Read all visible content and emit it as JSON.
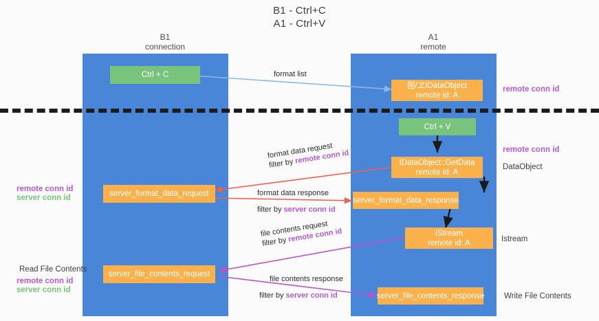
{
  "title": {
    "line1": "B1 - Ctrl+C",
    "line2": "A1 - Ctrl+V"
  },
  "columns": {
    "left": {
      "name": "B1",
      "role": "connection"
    },
    "right": {
      "name": "A1",
      "role": "remote"
    }
  },
  "colors": {
    "lane": "#4a86d8",
    "green_box": "#78c47c",
    "orange_box": "#fbb14b",
    "remote_conn_id": "#b45ad0",
    "server_conn_id": "#76c47b",
    "arrow_format_list": "#8ab9e8",
    "arrow_get_data": "#1a1a1a",
    "arrow_format_data": "#f0604d",
    "arrow_file_contents": "#c050c8",
    "divider": "#1c1c1c"
  },
  "boxes": {
    "ctrl_c": {
      "label": "Ctrl + C"
    },
    "ctrl_v": {
      "label": "Ctrl + V"
    },
    "data_object_remote": {
      "line1": "固/ヱIDataObject",
      "line2": "remote id: A"
    },
    "get_data": {
      "line1": "IDataObject::GetData",
      "line2": "remote id: A"
    },
    "istream": {
      "line1": "IStream",
      "line2": "remote id: A"
    },
    "server_format_data_request": {
      "label": "server_format_data_request"
    },
    "server_format_data_response": {
      "label": "server_format_data_response"
    },
    "server_file_contents_request": {
      "label": "server_file_contents_request"
    },
    "server_file_contents_response": {
      "label": "server_file_contents_response"
    }
  },
  "edges": {
    "format_list": {
      "caption": "format list"
    },
    "format_data_request": {
      "caption": "format data request",
      "filter_prefix": "filter by ",
      "filter_key": "remote conn id"
    },
    "format_data_response": {
      "caption": "format data response",
      "filter_prefix": "filter by ",
      "filter_key": "server conn id"
    },
    "file_contents_request": {
      "caption": "file contents request",
      "filter_prefix": "filter by ",
      "filter_key": "remote conn id"
    },
    "file_contents_response": {
      "caption": "file contents response",
      "filter_prefix": "filter by ",
      "filter_key": "server conn id"
    }
  },
  "right_labels": {
    "remote_conn_id_top": "remote conn id",
    "remote_conn_id_mid": "remote conn id",
    "data_object": "DataObject",
    "istream": "Istream",
    "write_file_contents": "Write File Contents"
  },
  "left_labels": {
    "remote_conn_id_mid": "remote conn id",
    "server_conn_id_mid": "server conn id",
    "read_file_contents": "Read File Contents",
    "remote_conn_id_bottom": "remote conn id",
    "server_conn_id_bottom": "server conn id"
  }
}
